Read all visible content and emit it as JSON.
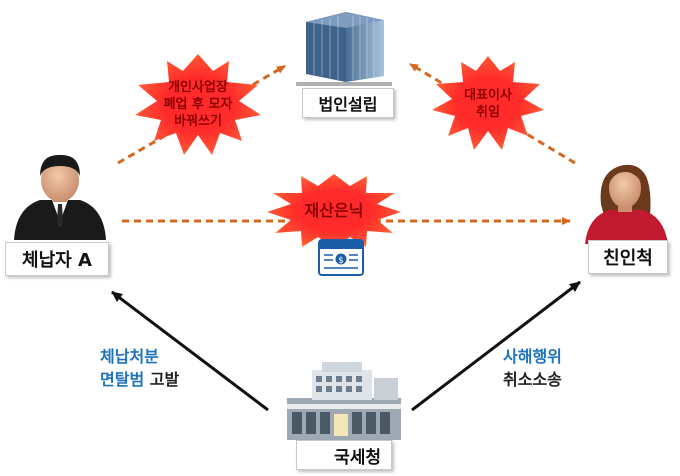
{
  "nodes": {
    "corporation": "법인설립",
    "taxpayer": "체납자 A",
    "relative": "친인척",
    "nts": "국세청"
  },
  "bursts": {
    "business_swap": [
      "개인사업장",
      "폐업 후 모자",
      "바꿔쓰기"
    ],
    "ceo": [
      "대표이사",
      "취임"
    ],
    "asset_hiding": "재산은닉"
  },
  "left_action": {
    "part1_blue": "체납처분",
    "part2_blue": "면탈범",
    "part2_black": " 고발"
  },
  "right_action": {
    "blue": "사해행위",
    "black": "취소소송"
  },
  "colors": {
    "dashed_arrow": "#d2691e",
    "burst_fill": "#ff1a1a",
    "burst_glow": "#ffd84a",
    "blue_text": "#1e73be"
  }
}
